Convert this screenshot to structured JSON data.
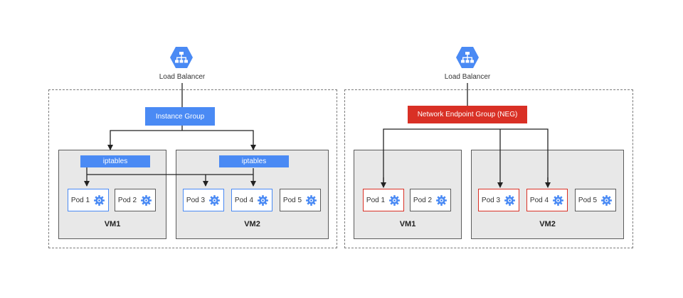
{
  "left": {
    "load_balancer_label": "Load Balancer",
    "group_label": "Instance Group",
    "iptables_label": "iptables",
    "vm1": {
      "label": "VM1",
      "pods": [
        "Pod 1",
        "Pod 2"
      ]
    },
    "vm2": {
      "label": "VM2",
      "pods": [
        "Pod 3",
        "Pod 4",
        "Pod 5"
      ]
    }
  },
  "right": {
    "load_balancer_label": "Load Balancer",
    "group_label": "Network Endpoint Group (NEG)",
    "vm1": {
      "label": "VM1",
      "pods": [
        "Pod 1",
        "Pod 2"
      ]
    },
    "vm2": {
      "label": "VM2",
      "pods": [
        "Pod 3",
        "Pod 4",
        "Pod 5"
      ]
    }
  },
  "colors": {
    "blue": "#4a8af4",
    "red": "#d93025",
    "vm_fill": "#e8e8e8",
    "line": "#222222"
  },
  "icons": {
    "load_balancer": "network-hexagon-icon",
    "pod": "gear-icon"
  }
}
